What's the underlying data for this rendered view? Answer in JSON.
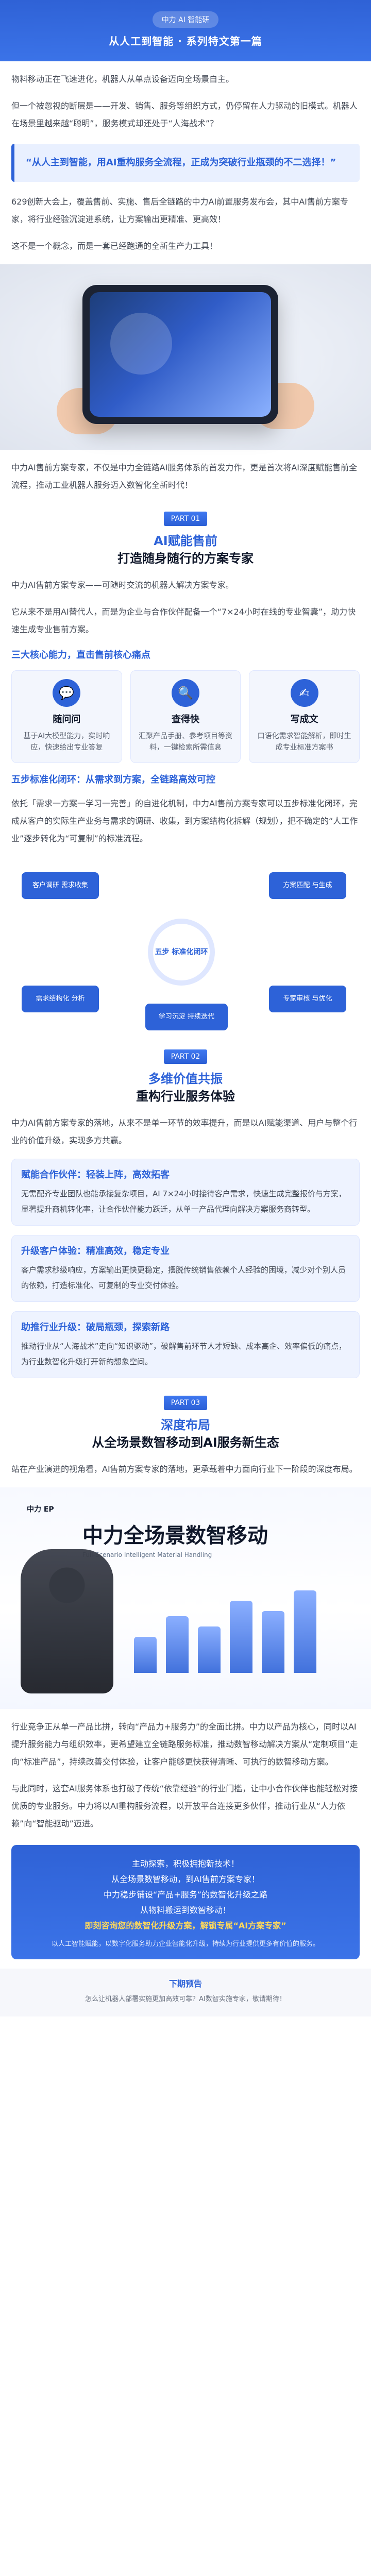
{
  "header": {
    "tag": "中力 AI 智能研",
    "series_title": "从人工到智能 · 系列特文第一篇"
  },
  "intro": {
    "p1": "物料移动正在飞速进化，机器人从单点设备迈向全场景自主。",
    "p2": "但一个被忽视的断层是——开发、销售、服务等组织方式，仍停留在人力驱动的旧模式。机器人在场景里越来越“聪明”，服务模式却还处于“人海战术”？",
    "quote": "“从人主到智能，用AI重构服务全流程，正成为突破行业瓶颈的不二选择！”",
    "p3": "629创新大会上，覆盖售前、实施、售后全链路的中力AI前置服务发布会，其中AI售前方案专家，将行业经验沉淀进系统，让方案输出更精准、更高效！",
    "p4": "这不是一个概念，而是一套已经跑通的全新生产力工具！",
    "p5": "中力AI售前方案专家，不仅是中力全链路AI服务体系的首发力作，更是首次将AI深度赋能售前全流程，推动工业机器人服务迈入数智化全新时代！"
  },
  "part1": {
    "badge": "PART 01",
    "title_blue": "AI赋能售前",
    "title_black": "打造随身随行的方案专家",
    "p1": "中力AI售前方案专家——可随时交流的机器人解决方案专家。",
    "p2": "它从来不是用AI替代人，而是为企业与合作伙伴配备一个“7×24小时在线的专业智囊”，助力快速生成专业售前方案。",
    "sub_core": "三大核心能力，直击售前核心痛点",
    "cards": [
      {
        "icon": "💬",
        "title": "随问问",
        "desc": "基于AI大模型能力，实时响应，快速给出专业答复"
      },
      {
        "icon": "🔍",
        "title": "查得快",
        "desc": "汇聚产品手册、参考项目等资料，一键检索所需信息"
      },
      {
        "icon": "✍",
        "title": "写成文",
        "desc": "口语化需求智能解析，即时生成专业标准方案书"
      }
    ],
    "sub_flow": "五步标准化闭环：从需求到方案，全链路高效可控",
    "p3": "依托「需求一方案一学习一完善」的自进化机制，中力AI售前方案专家可以五步标准化闭环，完成从客户的实际生产业务与需求的调研、收集，到方案结构化拆解（规划），把不确定的“人工作业”逐步转化为“可复制”的标准流程。",
    "flow_nodes": [
      "客户调研\n需求收集",
      "需求结构化\n分析",
      "方案匹配\n与生成",
      "专家审核\n与优化",
      "学习沉淀\n持续迭代"
    ],
    "flow_center": "五步\n标准化闭环"
  },
  "part2": {
    "badge": "PART 02",
    "title_blue": "多维价值共振",
    "title_black": "重构行业服务体验",
    "p1": "中力AI售前方案专家的落地，从来不是单一环节的效率提升，而是以AI赋能渠道、用户与整个行业的价值升级，实现多方共赢。",
    "panels": [
      {
        "title": "赋能合作伙伴：轻装上阵，高效拓客",
        "text": "无需配齐专业团队也能承接复杂项目，AI 7×24小时接待客户需求，快速生成完整报价与方案，显著提升商机转化率，让合作伙伴能力跃迁，从单一产品代理向解决方案服务商转型。"
      },
      {
        "title": "升级客户体验：精准高效，稳定专业",
        "text": "客户需求秒级响应，方案输出更快更稳定，摆脱传统销售依赖个人经验的困境，减少对个别人员的依赖，打造标准化、可复制的专业交付体验。"
      },
      {
        "title": "助推行业升级：破局瓶颈，探索新路",
        "text": "推动行业从“人海战术”走向“知识驱动”，破解售前环节人才短缺、成本高企、效率偏低的痛点，为行业数智化升级打开新的想象空间。"
      }
    ]
  },
  "part3": {
    "badge": "PART 03",
    "title_blue": "深度布局",
    "title_black": "从全场景数智移动到AI服务新生态",
    "p1": "站在产业演进的视角看，AI售前方案专家的落地，更承载着中力面向行业下一阶段的深度布局。",
    "banner_brand": "中力 EP",
    "banner_title": "中力全场景数智移动",
    "banner_en": "Full-Scenario Intelligent Material Handling",
    "p2": "行业竞争正从单一产品比拼，转向“产品力+服务力”的全面比拼。中力以产品为核心，同时以AI提升服务能力与组织效率，更希望建立全链路服务标准，推动数智移动解决方案从“定制项目”走向“标准产品”，持续改善交付体验，让客户能够更快获得清晰、可执行的数智移动方案。",
    "p3": "与此同时，这套AI服务体系也打破了传统“依靠经验”的行业门槛，让中小合作伙伴也能轻松对接优质的专业服务。中力将以AI重构服务流程，以开放平台连接更多伙伴，推动行业从“人力依赖”向“智能驱动”迈进。"
  },
  "cta": {
    "lines": [
      "主动探索，积极拥抱新技术！",
      "从全场景数智移动，到AI售前方案专家！",
      "中力稳步铺设“产品+服务”的数智化升级之路",
      "从物料搬运到数智移动！"
    ],
    "highlight": "即刻咨询您的数智化升级方案，解锁专属“AI方案专家”",
    "small": "以人工智能赋能，以数字化服务助力企业智能化升级，持续为行业提供更多有价值的服务。"
  },
  "footer": {
    "title": "下期预告",
    "line": "怎么让机器人部署实施更加高效可靠？AI数智实施专家，敬请期待！"
  }
}
